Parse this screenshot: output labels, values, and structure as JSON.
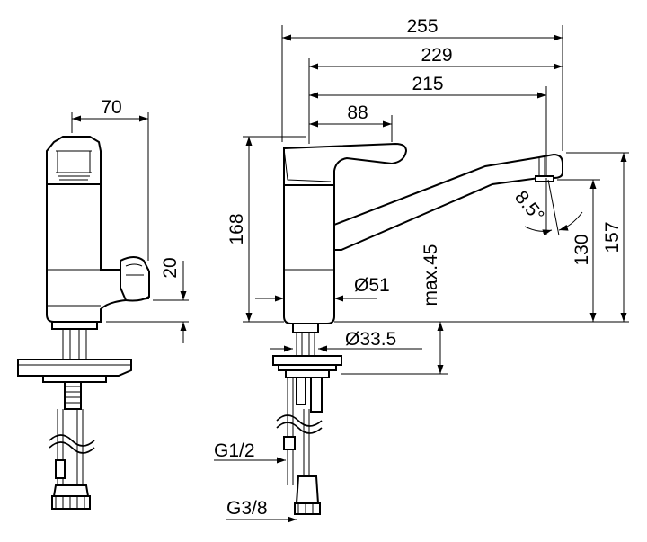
{
  "dimensions": {
    "side_width": "70",
    "lever_height": "20",
    "total_reach": "255",
    "reach_229": "229",
    "reach_215": "215",
    "lever_length": "88",
    "height_168": "168",
    "height_157": "157",
    "height_130": "130",
    "spout_angle": "8.5°",
    "max_deck": "max.45",
    "base_diameter": "Ø51",
    "hole_diameter": "Ø33.5",
    "thread_supply": "G1/2",
    "thread_connection": "G3/8"
  }
}
